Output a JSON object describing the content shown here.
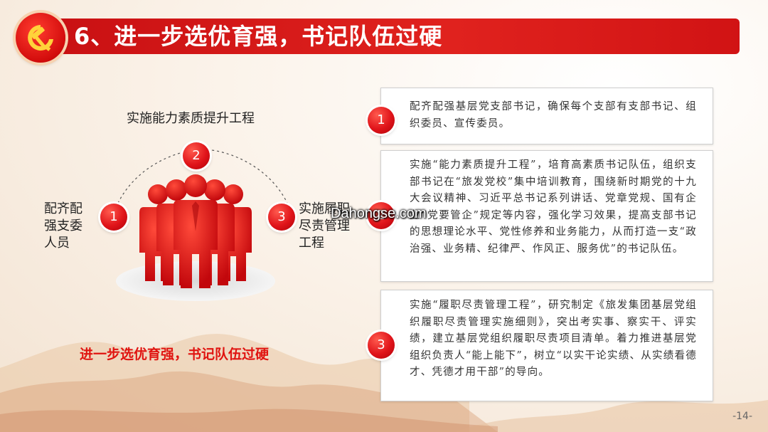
{
  "header": {
    "title": "6、进一步选优育强，书记队伍过硬"
  },
  "diagram": {
    "top_label": "实施能力素质提升工程",
    "left_label": [
      "配齐配",
      "强支委",
      "人员"
    ],
    "right_label": [
      "实施履职",
      "尽责管理",
      "工程"
    ],
    "numbers": [
      "1",
      "2",
      "3"
    ],
    "slogan": "进一步选优育强，书记队伍过硬"
  },
  "boxes": [
    {
      "number": "1",
      "text": "配齐配强基层党支部书记，确保每个支部有支部书记、组织委员、宣传委员。"
    },
    {
      "number": "2",
      "text": "实施“能力素质提升工程”，培育高素质书记队伍，组织支部书记在“旅发党校”集中培训教育，围绕新时期党的十九大会议精神、习近平总书记系列讲话、党章党规、国有企业“党要管企”规定等内容，强化学习效果，提高支部书记的思想理论水平、党性修养和业务能力，从而打造一支“政治强、业务精、纪律严、作风正、服务优”的书记队伍。"
    },
    {
      "number": "3",
      "text": "实施“履职尽责管理工程”，研究制定《旅发集团基层党组织履职尽责管理实施细则》，突出考实事、察实干、评实绩，建立基层党组织履职尽责项目清单。着力推进基层党组织负责人“能上能下”，树立“以实干论实绩、从实绩看德才、凭德才用干部”的导向。"
    }
  ],
  "watermark": "Dahongse.com",
  "page_number": "-14-",
  "colors": {
    "accent": "#e0221e",
    "text": "#333333"
  },
  "icons": {
    "emblem": "hammer-sickle-icon",
    "people": "people-group-icon"
  }
}
